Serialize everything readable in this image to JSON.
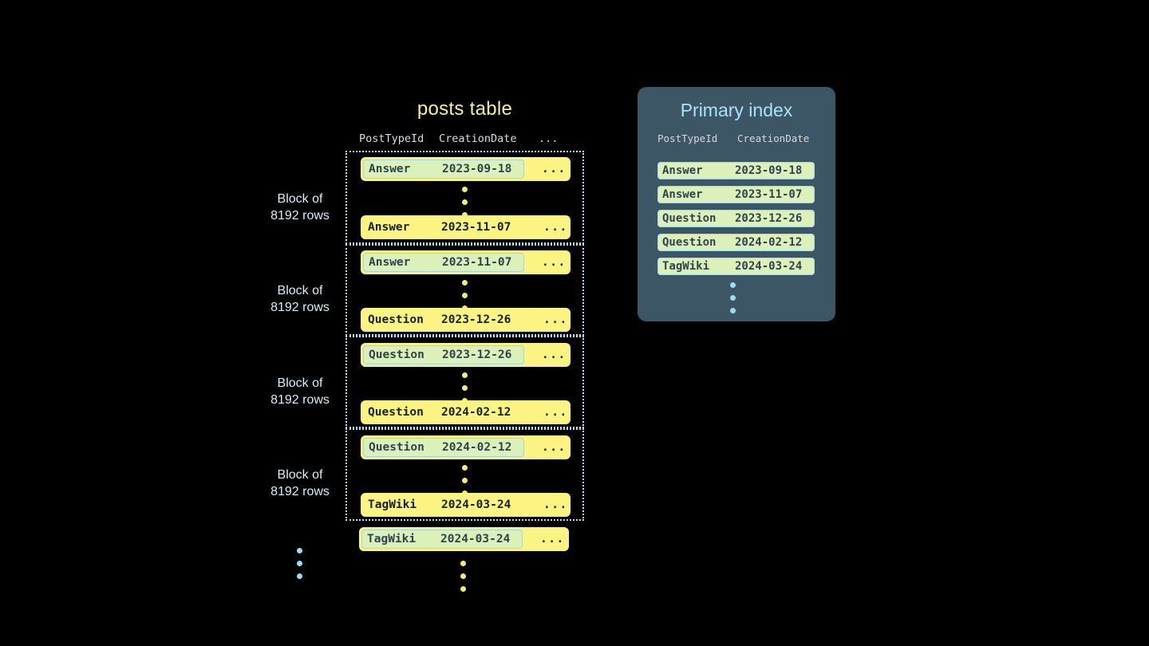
{
  "posts_table": {
    "title": "posts table",
    "columns": [
      "PostTypeId",
      "CreationDate",
      "..."
    ],
    "ellipsis_cell": "...",
    "blocks": [
      {
        "label_line1": "Block of",
        "label_line2": "8192 rows",
        "first_row": {
          "post_type_id": "Answer",
          "creation_date": "2023-09-18",
          "more": "...",
          "highlighted": true
        },
        "last_row": {
          "post_type_id": "Answer",
          "creation_date": "2023-11-07",
          "more": "...",
          "highlighted": false
        }
      },
      {
        "label_line1": "Block of",
        "label_line2": "8192 rows",
        "first_row": {
          "post_type_id": "Answer",
          "creation_date": "2023-11-07",
          "more": "...",
          "highlighted": true
        },
        "last_row": {
          "post_type_id": "Question",
          "creation_date": "2023-12-26",
          "more": "...",
          "highlighted": false
        }
      },
      {
        "label_line1": "Block of",
        "label_line2": "8192 rows",
        "first_row": {
          "post_type_id": "Question",
          "creation_date": "2023-12-26",
          "more": "...",
          "highlighted": true
        },
        "last_row": {
          "post_type_id": "Question",
          "creation_date": "2024-02-12",
          "more": "...",
          "highlighted": false
        }
      },
      {
        "label_line1": "Block of",
        "label_line2": "8192 rows",
        "first_row": {
          "post_type_id": "Question",
          "creation_date": "2024-02-12",
          "more": "...",
          "highlighted": true
        },
        "last_row": {
          "post_type_id": "TagWiki",
          "creation_date": "2024-03-24",
          "more": "...",
          "highlighted": false
        }
      }
    ],
    "trailing_row": {
      "post_type_id": "TagWiki",
      "creation_date": "2024-03-24",
      "more": "...",
      "highlighted": true
    }
  },
  "primary_index": {
    "title": "Primary index",
    "columns": [
      "PostTypeId",
      "CreationDate"
    ],
    "rows": [
      {
        "post_type_id": "Answer",
        "creation_date": "2023-09-18"
      },
      {
        "post_type_id": "Answer",
        "creation_date": "2023-11-07"
      },
      {
        "post_type_id": "Question",
        "creation_date": "2023-12-26"
      },
      {
        "post_type_id": "Question",
        "creation_date": "2024-02-12"
      },
      {
        "post_type_id": "TagWiki",
        "creation_date": "2024-03-24"
      }
    ]
  },
  "colors": {
    "background": "#000000",
    "row_yellow": "#fbf482",
    "highlight_green": "#dcf0b9",
    "highlight_border": "#9fd7ea",
    "accent_blue": "#a8e4f7",
    "panel_slate": "#3d5665",
    "title_yellow": "#f2f38c",
    "dot_yellow": "#f3ee72",
    "dot_blue": "#9bdcf0"
  }
}
